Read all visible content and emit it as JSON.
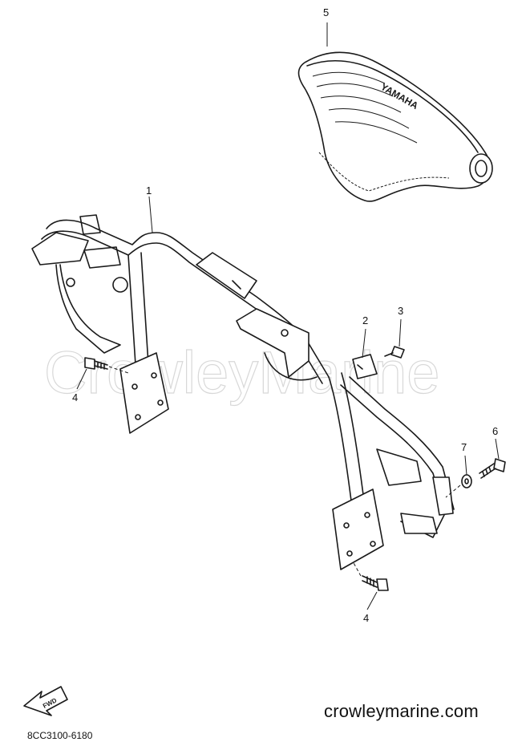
{
  "watermark": "CrowleyMarine",
  "seat_logo": "YAMAHA",
  "fwd_label": "FWD",
  "callouts": {
    "c1": "1",
    "c2": "2",
    "c3": "3",
    "c4a": "4",
    "c4b": "4",
    "c5": "5",
    "c6": "6",
    "c7": "7"
  },
  "footer": {
    "site": "crowleymarine.com",
    "code": "8CC3100-6180"
  }
}
